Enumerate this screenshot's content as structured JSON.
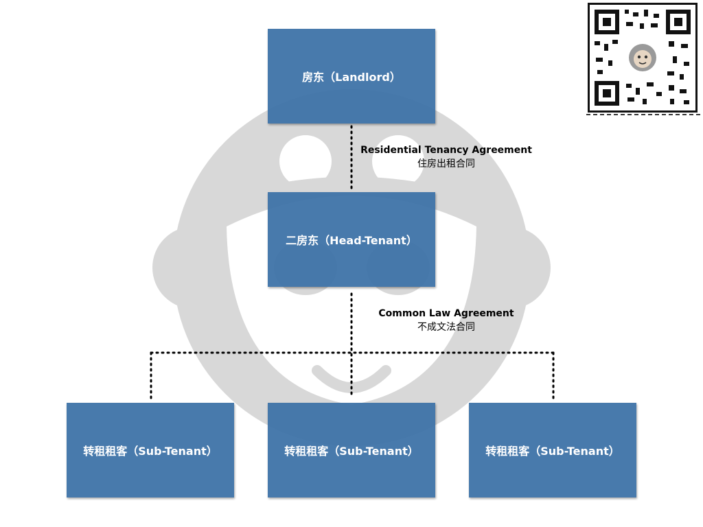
{
  "nodes": {
    "landlord": "房东（Landlord）",
    "head_tenant": "二房东（Head-Tenant）",
    "sub_tenants": [
      "转租租客（Sub-Tenant）",
      "转租租客（Sub-Tenant）",
      "转租租客（Sub-Tenant）"
    ]
  },
  "edges": {
    "residential": {
      "en": "Residential Tenancy Agreement",
      "zh": "住房出租合同"
    },
    "common_law": {
      "en": "Common Law Agreement",
      "zh": "不成文法合同"
    }
  },
  "colors": {
    "box": "#3f73a8",
    "watermark": "#d9d9d9",
    "connector": "#000000"
  },
  "icons": {
    "watermark": "monkey-face-watermark",
    "qr": "qr-code-logo"
  }
}
